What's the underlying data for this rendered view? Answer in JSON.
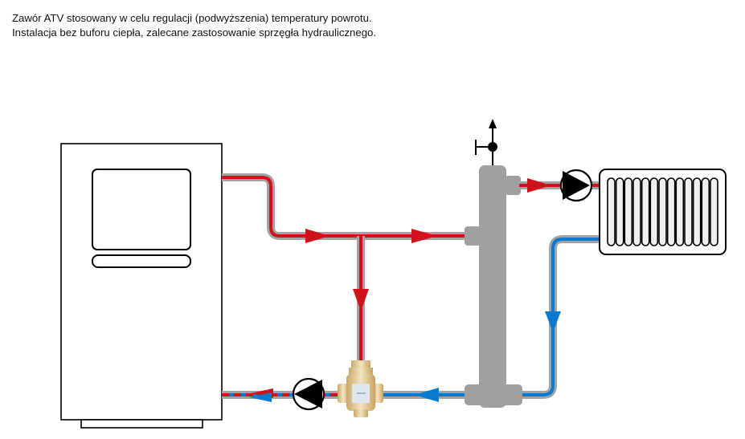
{
  "caption": {
    "line1": "Zawór ATV stosowany w celu regulacji (podwyższenia) temperatury powrotu.",
    "line2": "Instalacja bez buforu ciepła, zalecane zastosowanie sprzęgła hydraulicznego."
  },
  "diagram": {
    "components": [
      "boiler",
      "hydraulic-separator",
      "air-vent",
      "circulation-pump-supply",
      "circulation-pump-return",
      "radiator",
      "atv-thermostatic-valve"
    ],
    "radiator_fins": 13,
    "colors": {
      "hot": "#d0121a",
      "cold": "#0a7ad1",
      "pipe": "#a3a3a3",
      "separator": "#a0a0a0",
      "outline": "#000000",
      "valve_brass": "#e6cf9a"
    }
  }
}
